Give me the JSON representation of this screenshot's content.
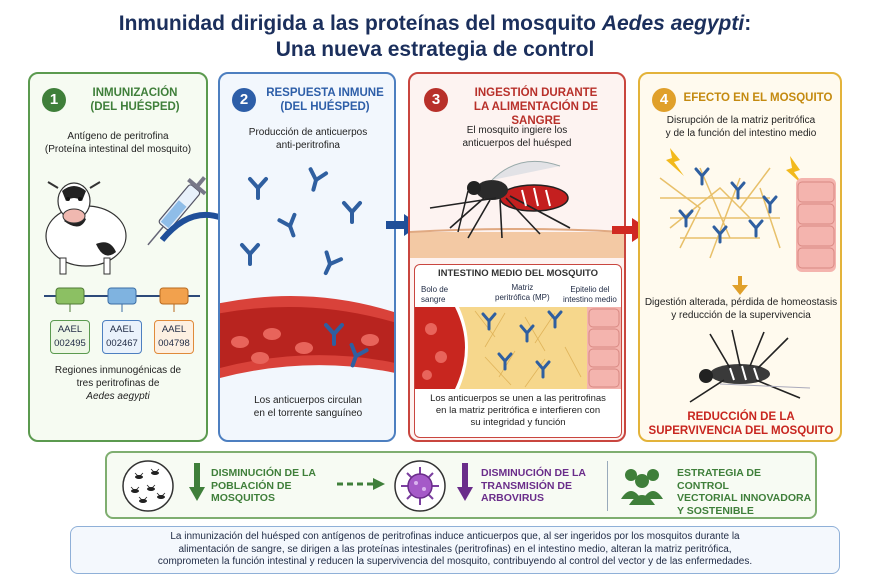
{
  "header": {
    "line1_pre": "Inmunidad dirigida a las proteínas del mosquito ",
    "line1_em": "Aedes aegypti",
    "line1_post": ":",
    "line2": "Una nueva estrategia de control"
  },
  "panels": [
    {
      "number": "1",
      "title_line1": "INMUNIZACIÓN",
      "title_line2": "(DEL HUÉSPED)",
      "text_line1": "Antígeno de peritrofina",
      "text_line2": "(Proteína intestinal del mosquito)",
      "genes": [
        {
          "line1": "AAEL",
          "line2": "002495"
        },
        {
          "line1": "AAEL",
          "line2": "002467"
        },
        {
          "line1": "AAEL",
          "line2": "004798"
        }
      ],
      "caption_line1": "Regiones inmunogénicas de",
      "caption_line2": "tres peritrofinas de",
      "caption_line3": "Aedes aegypti"
    },
    {
      "number": "2",
      "title_line1": "RESPUESTA INMUNE",
      "title_line2": "(DEL HUÉSPED)",
      "text_line1": "Producción de anticuerpos",
      "text_line2": "anti-peritrofina",
      "caption_line1": "Los anticuerpos circulan",
      "caption_line2": "en el torrente sanguíneo"
    },
    {
      "number": "3",
      "title_line1": "INGESTIÓN DURANTE",
      "title_line2": "LA ALIMENTACIÓN DE SANGRE",
      "text_line1": "El mosquito ingiere los",
      "text_line2": "anticuerpos del huésped",
      "inset_title": "INTESTINO MEDIO DEL MOSQUITO",
      "label_bolo_1": "Bolo de",
      "label_bolo_2": "sangre",
      "label_matriz_1": "Matriz",
      "label_matriz_2": "peritrófica (MP)",
      "label_epitelio_1": "Epitelio del",
      "label_epitelio_2": "intestino medio",
      "caption_line1": "Los anticuerpos se unen a las peritrofinas",
      "caption_line2": "en la matriz peritrófica e interfieren con",
      "caption_line3": "su integridad y función"
    },
    {
      "number": "4",
      "title_line1": "EFECTO EN EL MOSQUITO",
      "text_line1": "Disrupción de la matriz peritrófica",
      "text_line2": "y de la función del intestino medio",
      "mid_line1": "Digestión alterada, pérdida de homeostasis",
      "mid_line2": "y reducción de la supervivencia",
      "result_line1": "REDUCCIÓN DE LA",
      "result_line2": "SUPERVIVENCIA DEL MOSQUITO"
    }
  ],
  "outcomes": [
    {
      "line1": "DISMINUCIÓN DE LA",
      "line2": "POBLACIÓN DE",
      "line3": "MOSQUITOS"
    },
    {
      "line1": "DISMINUCIÓN DE LA",
      "line2": "TRANSMISIÓN DE",
      "line3": "ARBOVIRUS"
    },
    {
      "line1": "ESTRATEGIA DE CONTROL",
      "line2": "VECTORIAL INNOVADORA",
      "line3": "Y SOSTENIBLE"
    }
  ],
  "summary": {
    "line1": "La inmunización del huésped con antígenos de peritrofinas induce anticuerpos que, al ser ingeridos por los mosquitos durante la",
    "line2": "alimentación de sangre, se dirigen a las proteínas intestinales (peritrofinas) en el intestino medio, alteran la matriz peritrófica,",
    "line3": "comprometen la función intestinal y reducen la supervivencia del mosquito, contribuyendo al control del vector y de las enfermedades."
  },
  "colors": {
    "green": "#5b9a4f",
    "blue": "#4d7fc0",
    "red": "#c9463f",
    "gold": "#e3b33a",
    "navy": "#1b2f5c"
  }
}
